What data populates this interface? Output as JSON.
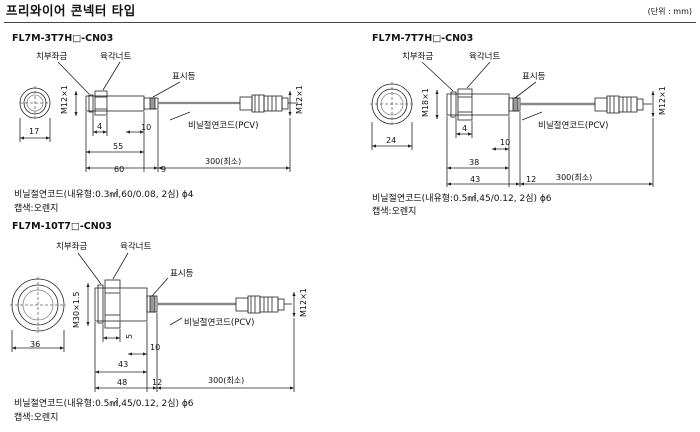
{
  "header": {
    "title": "프리와이어 콘넥터 타입",
    "unit": "(단위 : mm)"
  },
  "models": [
    {
      "name": "FL7M-3T7H□-CN03",
      "labels": {
        "nut_left": "치부좌금",
        "nut_right": "육각너트",
        "indicator": "표시등",
        "cable": "비닐절연코드(PCV)"
      },
      "dims": {
        "thread": "M12×1",
        "width": "17",
        "d4": "4",
        "d10": "10",
        "d55": "55",
        "d60": "60",
        "d9": "9",
        "cable_len": "300(최소)",
        "conn_thread": "M12×1"
      },
      "spec": "비닐절연코드(내유형:0.3㎟,60/0.08, 2심) ϕ4",
      "cap": "캡색:오렌지"
    },
    {
      "name": "FL7M-7T7H□-CN03",
      "labels": {
        "nut_left": "치부좌금",
        "nut_right": "육각너트",
        "indicator": "표시등",
        "cable": "비닐절연코드(PCV)"
      },
      "dims": {
        "thread": "M18×1",
        "width": "24",
        "d4": "4",
        "d10": "10",
        "d38": "38",
        "d43": "43",
        "d12": "12",
        "cable_len": "300(최소)",
        "conn_thread": "M12×1"
      },
      "spec": "비닐절연코드(내유형:0.5㎟,45/0.12, 2심) ϕ6",
      "cap": "캡색:오렌지"
    },
    {
      "name": "FL7M-10T7□-CN03",
      "labels": {
        "nut_left": "치부좌금",
        "nut_right": "육각너트",
        "indicator": "표시등",
        "cable": "비닐절연코드(PCV)"
      },
      "dims": {
        "thread": "M30×1.5",
        "width": "36",
        "d5": "5",
        "d10": "10",
        "d43": "43",
        "d48": "48",
        "d12": "12",
        "cable_len": "300(최소)",
        "conn_thread": "M12×1"
      },
      "spec": "비닐절연코드(내유형:0.5㎟,45/0.12, 2심) ϕ6",
      "cap": "캡색:오렌지"
    }
  ]
}
